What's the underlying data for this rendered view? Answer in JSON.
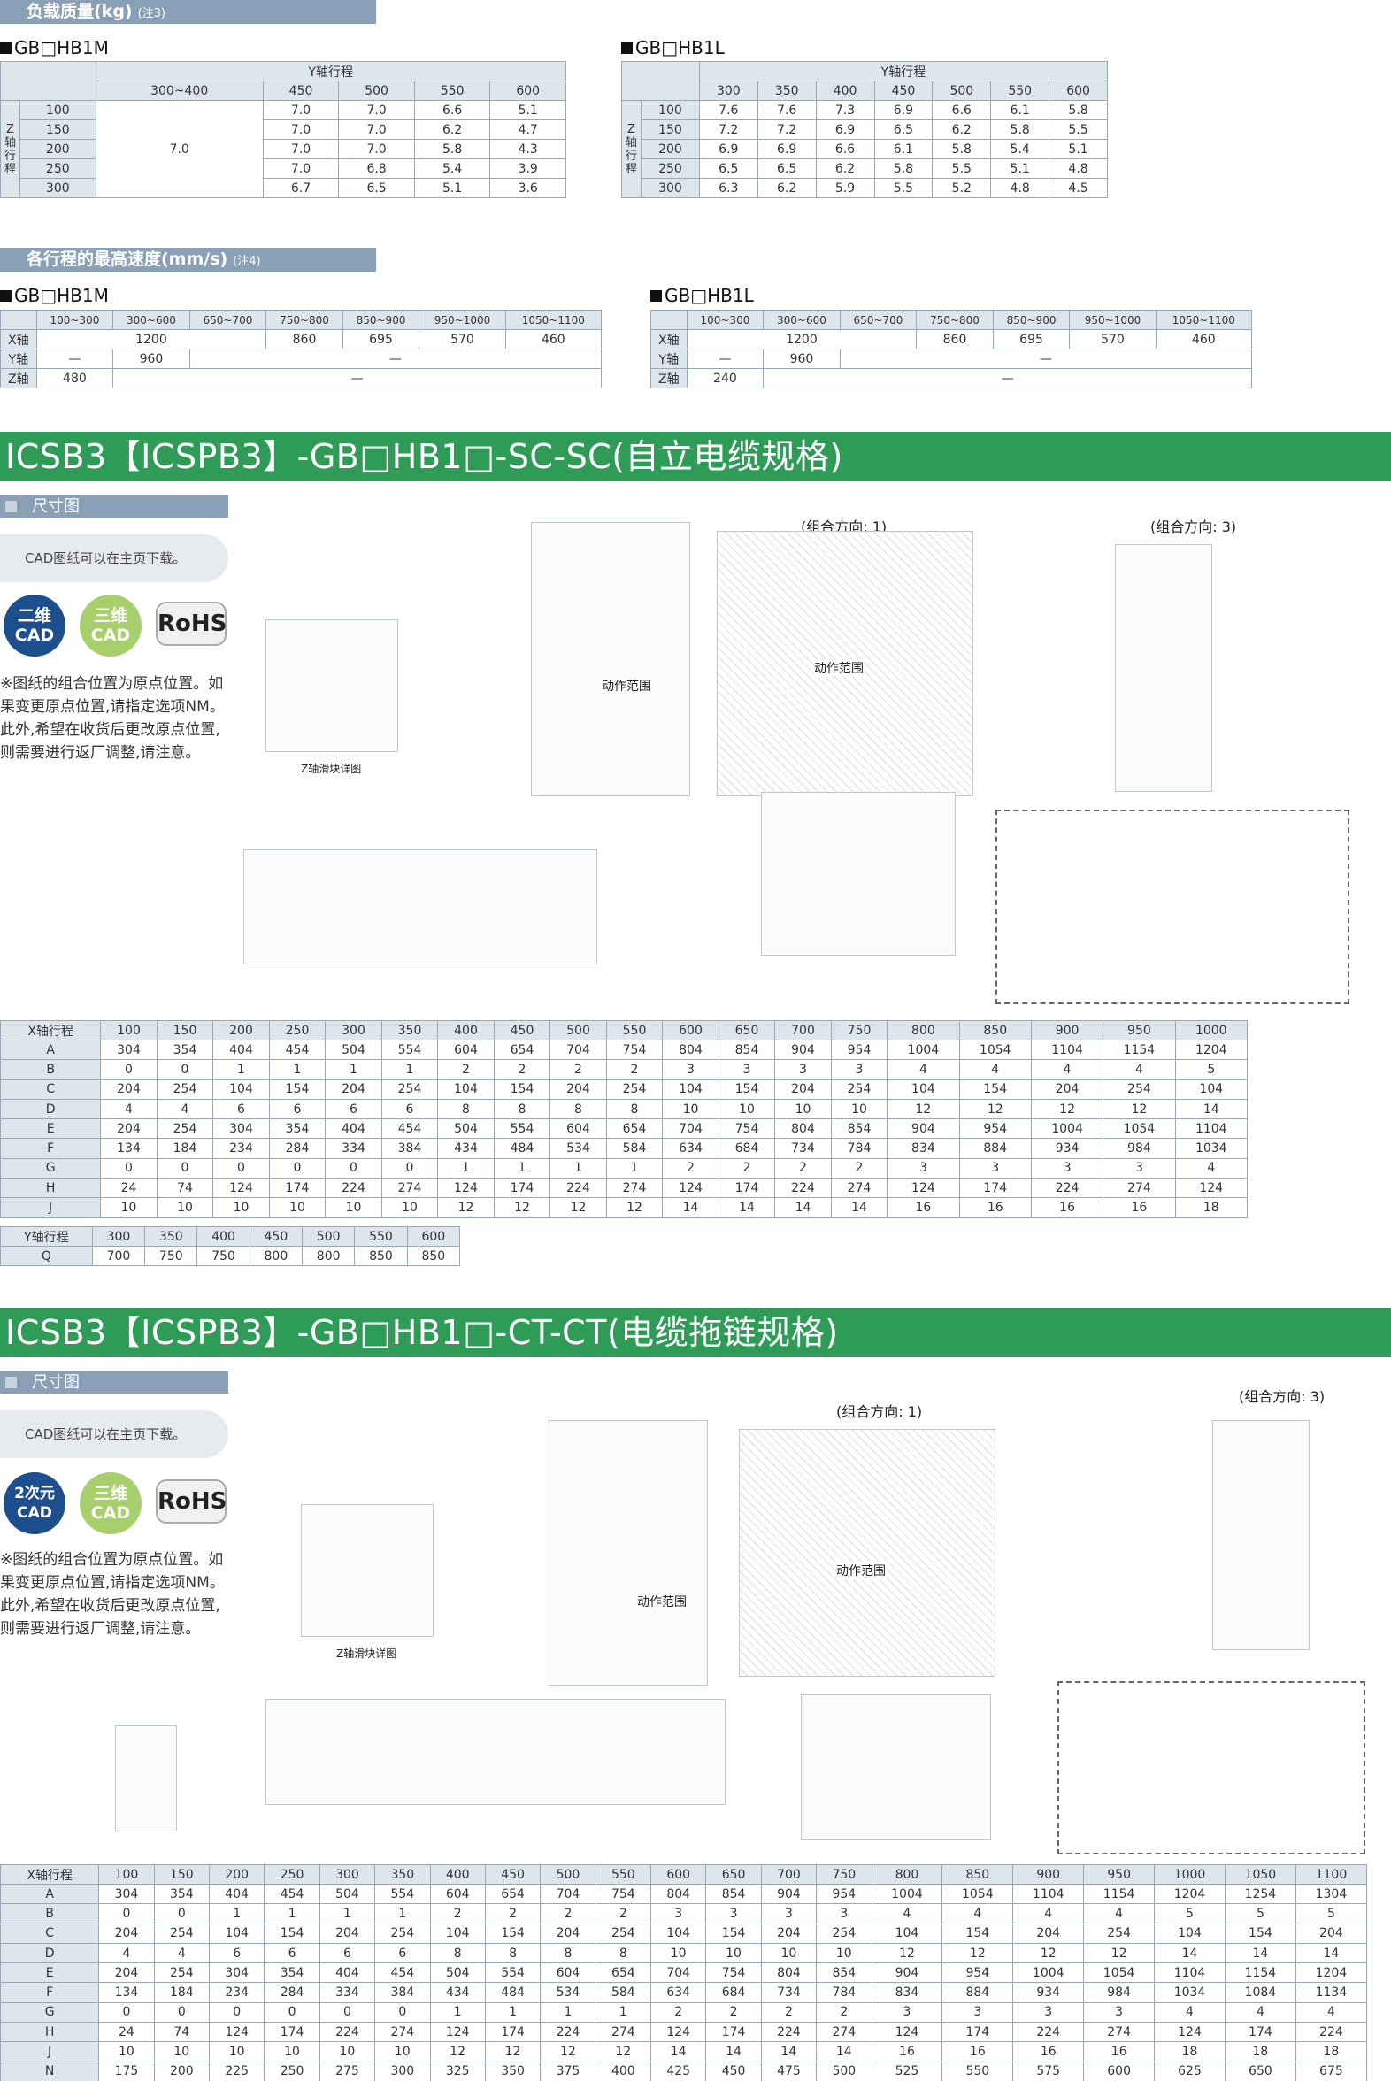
{
  "load": {
    "title": "负载质量(kg)",
    "note": "(注3)",
    "m": {
      "name": "GB□HB1M",
      "yaxis": "Y轴行程",
      "zaxis": "Z轴行程",
      "cols": [
        "300~400",
        "450",
        "500",
        "550",
        "600"
      ],
      "common": "7.0",
      "rows": [
        [
          "100",
          "7.0",
          "7.0",
          "6.6",
          "5.1"
        ],
        [
          "150",
          "7.0",
          "7.0",
          "6.2",
          "4.7"
        ],
        [
          "200",
          "7.0",
          "7.0",
          "5.8",
          "4.3"
        ],
        [
          "250",
          "7.0",
          "6.8",
          "5.4",
          "3.9"
        ],
        [
          "300",
          "6.7",
          "6.5",
          "5.1",
          "3.6"
        ]
      ]
    },
    "l": {
      "name": "GB□HB1L",
      "yaxis": "Y轴行程",
      "zaxis": "Z轴行程",
      "cols": [
        "300",
        "350",
        "400",
        "450",
        "500",
        "550",
        "600"
      ],
      "rows": [
        [
          "100",
          "7.6",
          "7.6",
          "7.3",
          "6.9",
          "6.6",
          "6.1",
          "5.8"
        ],
        [
          "150",
          "7.2",
          "7.2",
          "6.9",
          "6.5",
          "6.2",
          "5.8",
          "5.5"
        ],
        [
          "200",
          "6.9",
          "6.9",
          "6.6",
          "6.1",
          "5.8",
          "5.4",
          "5.1"
        ],
        [
          "250",
          "6.5",
          "6.5",
          "6.2",
          "5.8",
          "5.5",
          "5.1",
          "4.8"
        ],
        [
          "300",
          "6.3",
          "6.2",
          "5.9",
          "5.5",
          "5.2",
          "4.8",
          "4.5"
        ]
      ]
    }
  },
  "speed": {
    "title": "各行程的最高速度(mm/s)",
    "note": "(注4)",
    "cols": [
      "100~300",
      "300~600",
      "650~700",
      "750~800",
      "850~900",
      "950~1000",
      "1050~1100"
    ],
    "m": {
      "name": "GB□HB1M",
      "x": [
        "X轴",
        "1200",
        "860",
        "695",
        "570",
        "460"
      ],
      "y": [
        "Y轴",
        "—",
        "960",
        "—"
      ],
      "z": [
        "Z轴",
        "480",
        "—"
      ]
    },
    "l": {
      "name": "GB□HB1L",
      "x": [
        "X轴",
        "1200",
        "860",
        "695",
        "570",
        "460"
      ],
      "y": [
        "Y轴",
        "—",
        "960",
        "—"
      ],
      "z": [
        "Z轴",
        "240",
        "—"
      ]
    }
  },
  "sec1": {
    "title": "ICSB3【ICSPB3】-GB□HB1□-SC-SC(自立电缆规格)",
    "dim": "尺寸图",
    "cad": "CAD图纸可以在主页下载。",
    "icon2d": "二维\nCAD",
    "icon3d": "三维\nCAD",
    "rohs": "RoHS",
    "note": "※图纸的组合位置为原点位置。如果变更原点位置,请指定选项NM。此外,希望在收货后更改原点位置,则需要进行返厂调整,请注意。",
    "labels": {
      "dir1": "(组合方向: 1)",
      "dir3": "(组合方向: 3)",
      "motion": "动作范围",
      "zdetail": "Z轴滑块详图"
    }
  },
  "sec2": {
    "title": "ICSB3【ICSPB3】-GB□HB1□-CT-CT(电缆拖链规格)",
    "dim": "尺寸图",
    "cad": "CAD图纸可以在主页下载。",
    "icon2d": "2次元\nCAD",
    "icon3d": "三维\nCAD",
    "rohs": "RoHS",
    "note": "※图纸的组合位置为原点位置。如果变更原点位置,请指定选项NM。此外,希望在收货后更改原点位置,则需要进行返厂调整,请注意。",
    "labels": {
      "dir1": "(组合方向: 1)",
      "dir3": "(组合方向: 3)",
      "motion": "动作范围",
      "zdetail": "Z轴滑块详图"
    }
  },
  "x1": {
    "head": [
      "X轴行程",
      "100",
      "150",
      "200",
      "250",
      "300",
      "350",
      "400",
      "450",
      "500",
      "550",
      "600",
      "650",
      "700",
      "750",
      "800",
      "850",
      "900",
      "950",
      "1000"
    ],
    "rows": [
      [
        "A",
        "304",
        "354",
        "404",
        "454",
        "504",
        "554",
        "604",
        "654",
        "704",
        "754",
        "804",
        "854",
        "904",
        "954",
        "1004",
        "1054",
        "1104",
        "1154",
        "1204"
      ],
      [
        "B",
        "0",
        "0",
        "1",
        "1",
        "1",
        "1",
        "2",
        "2",
        "2",
        "2",
        "3",
        "3",
        "3",
        "3",
        "4",
        "4",
        "4",
        "4",
        "5"
      ],
      [
        "C",
        "204",
        "254",
        "104",
        "154",
        "204",
        "254",
        "104",
        "154",
        "204",
        "254",
        "104",
        "154",
        "204",
        "254",
        "104",
        "154",
        "204",
        "254",
        "104"
      ],
      [
        "D",
        "4",
        "4",
        "6",
        "6",
        "6",
        "6",
        "8",
        "8",
        "8",
        "8",
        "10",
        "10",
        "10",
        "10",
        "12",
        "12",
        "12",
        "12",
        "14"
      ],
      [
        "E",
        "204",
        "254",
        "304",
        "354",
        "404",
        "454",
        "504",
        "554",
        "604",
        "654",
        "704",
        "754",
        "804",
        "854",
        "904",
        "954",
        "1004",
        "1054",
        "1104"
      ],
      [
        "F",
        "134",
        "184",
        "234",
        "284",
        "334",
        "384",
        "434",
        "484",
        "534",
        "584",
        "634",
        "684",
        "734",
        "784",
        "834",
        "884",
        "934",
        "984",
        "1034"
      ],
      [
        "G",
        "0",
        "0",
        "0",
        "0",
        "0",
        "0",
        "1",
        "1",
        "1",
        "1",
        "2",
        "2",
        "2",
        "2",
        "3",
        "3",
        "3",
        "3",
        "4"
      ],
      [
        "H",
        "24",
        "74",
        "124",
        "174",
        "224",
        "274",
        "124",
        "174",
        "224",
        "274",
        "124",
        "174",
        "224",
        "274",
        "124",
        "174",
        "224",
        "274",
        "124"
      ],
      [
        "J",
        "10",
        "10",
        "10",
        "10",
        "10",
        "10",
        "12",
        "12",
        "12",
        "12",
        "14",
        "14",
        "14",
        "14",
        "16",
        "16",
        "16",
        "16",
        "18"
      ]
    ]
  },
  "y1": {
    "head": [
      "Y轴行程",
      "300",
      "350",
      "400",
      "450",
      "500",
      "550",
      "600"
    ],
    "row": [
      "Q",
      "700",
      "750",
      "750",
      "800",
      "800",
      "850",
      "850"
    ]
  },
  "x2": {
    "head": [
      "X轴行程",
      "100",
      "150",
      "200",
      "250",
      "300",
      "350",
      "400",
      "450",
      "500",
      "550",
      "600",
      "650",
      "700",
      "750",
      "800",
      "850",
      "900",
      "950",
      "1000",
      "1050",
      "1100"
    ],
    "rows": [
      [
        "A",
        "304",
        "354",
        "404",
        "454",
        "504",
        "554",
        "604",
        "654",
        "704",
        "754",
        "804",
        "854",
        "904",
        "954",
        "1004",
        "1054",
        "1104",
        "1154",
        "1204",
        "1254",
        "1304"
      ],
      [
        "B",
        "0",
        "0",
        "1",
        "1",
        "1",
        "1",
        "2",
        "2",
        "2",
        "2",
        "3",
        "3",
        "3",
        "3",
        "4",
        "4",
        "4",
        "4",
        "5",
        "5",
        "5"
      ],
      [
        "C",
        "204",
        "254",
        "104",
        "154",
        "204",
        "254",
        "104",
        "154",
        "204",
        "254",
        "104",
        "154",
        "204",
        "254",
        "104",
        "154",
        "204",
        "254",
        "104",
        "154",
        "204"
      ],
      [
        "D",
        "4",
        "4",
        "6",
        "6",
        "6",
        "6",
        "8",
        "8",
        "8",
        "8",
        "10",
        "10",
        "10",
        "10",
        "12",
        "12",
        "12",
        "12",
        "14",
        "14",
        "14"
      ],
      [
        "E",
        "204",
        "254",
        "304",
        "354",
        "404",
        "454",
        "504",
        "554",
        "604",
        "654",
        "704",
        "754",
        "804",
        "854",
        "904",
        "954",
        "1004",
        "1054",
        "1104",
        "1154",
        "1204"
      ],
      [
        "F",
        "134",
        "184",
        "234",
        "284",
        "334",
        "384",
        "434",
        "484",
        "534",
        "584",
        "634",
        "684",
        "734",
        "784",
        "834",
        "884",
        "934",
        "984",
        "1034",
        "1084",
        "1134"
      ],
      [
        "G",
        "0",
        "0",
        "0",
        "0",
        "0",
        "0",
        "1",
        "1",
        "1",
        "1",
        "2",
        "2",
        "2",
        "2",
        "3",
        "3",
        "3",
        "3",
        "4",
        "4",
        "4"
      ],
      [
        "H",
        "24",
        "74",
        "124",
        "174",
        "224",
        "274",
        "124",
        "174",
        "224",
        "274",
        "124",
        "174",
        "224",
        "274",
        "124",
        "174",
        "224",
        "274",
        "124",
        "174",
        "224"
      ],
      [
        "J",
        "10",
        "10",
        "10",
        "10",
        "10",
        "10",
        "12",
        "12",
        "12",
        "12",
        "14",
        "14",
        "14",
        "14",
        "16",
        "16",
        "16",
        "16",
        "18",
        "18",
        "18"
      ],
      [
        "N",
        "175",
        "200",
        "225",
        "250",
        "275",
        "300",
        "325",
        "350",
        "375",
        "400",
        "425",
        "450",
        "475",
        "500",
        "525",
        "550",
        "575",
        "600",
        "625",
        "650",
        "675"
      ]
    ]
  }
}
